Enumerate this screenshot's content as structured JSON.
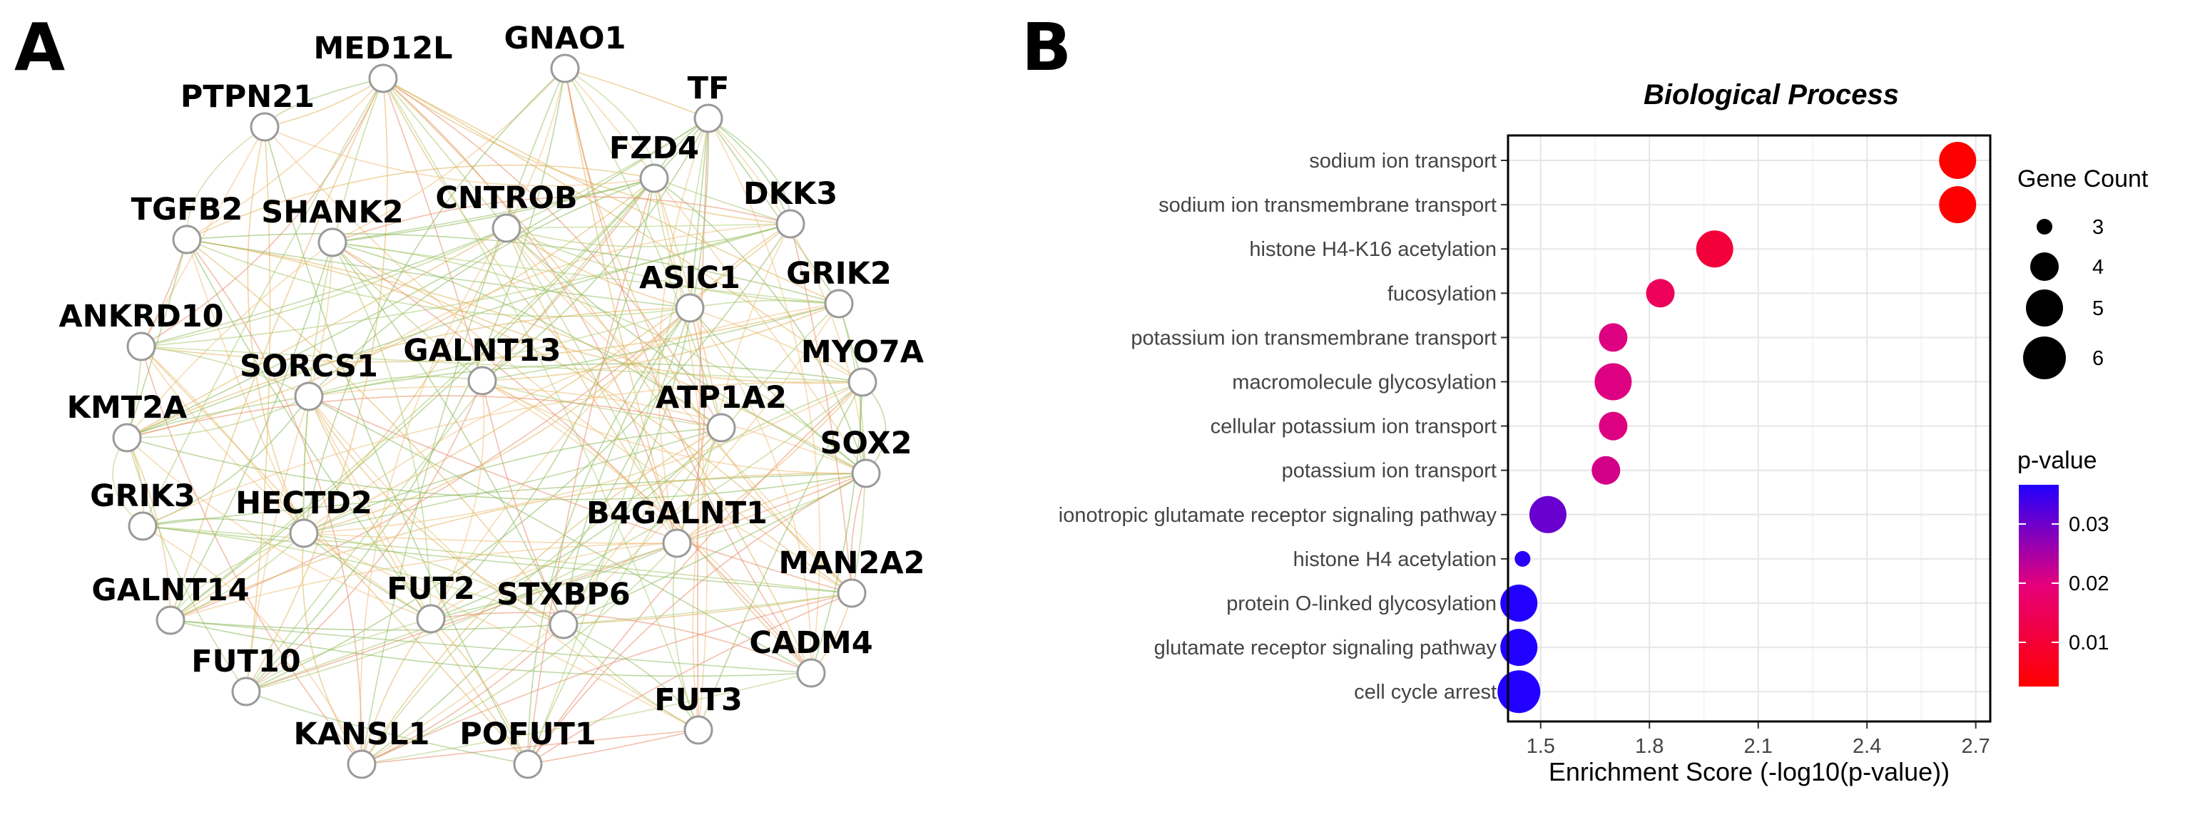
{
  "panels": {
    "a": "A",
    "b": "B"
  },
  "network": {
    "edge_colors": [
      "#8ab85a",
      "#a8c96a",
      "#e0b25a",
      "#eec07a",
      "#e88a6a"
    ],
    "genes": [
      "MED12L",
      "GNAO1",
      "TF",
      "PTPN21",
      "FZD4",
      "DKK3",
      "TGFB2",
      "SHANK2",
      "CNTROB",
      "ASIC1",
      "GRIK2",
      "ANKRD10",
      "SORCS1",
      "GALNT13",
      "MYO7A",
      "KMT2A",
      "ATP1A2",
      "SOX2",
      "GRIK3",
      "HECTD2",
      "B4GALNT1",
      "MAN2A2",
      "GALNT14",
      "FUT2",
      "STXBP6",
      "CADM4",
      "FUT10",
      "FUT3",
      "KANSL1",
      "POFUT1"
    ]
  },
  "chart_data": {
    "type": "scatter",
    "title": "Biological Process",
    "xlabel": "Enrichment Score (-log10(p-value))",
    "ylabel": "",
    "xlim": [
      1.41,
      2.74
    ],
    "xticks": [
      "1.5",
      "1.8",
      "2.1",
      "2.4",
      "2.7"
    ],
    "grid": true,
    "categories": [
      "sodium ion transport",
      "sodium ion transmembrane transport",
      "histone H4-K16 acetylation",
      "fucosylation",
      "potassium ion transmembrane transport",
      "macromolecule glycosylation",
      "cellular potassium ion transport",
      "potassium ion transport",
      "ionotropic glutamate receptor signaling pathway",
      "histone H4 acetylation",
      "protein O-linked glycosylation",
      "glutamate receptor signaling pathway",
      "cell cycle arrest"
    ],
    "enrichment": [
      2.65,
      2.65,
      1.98,
      1.83,
      1.7,
      1.7,
      1.7,
      1.68,
      1.52,
      1.45,
      1.44,
      1.44,
      1.44
    ],
    "gene_count": [
      5,
      5,
      5,
      4,
      4,
      5,
      4,
      4,
      5,
      3,
      5,
      5,
      6
    ],
    "p_value": [
      0.0022,
      0.0022,
      0.0105,
      0.0148,
      0.02,
      0.02,
      0.02,
      0.0209,
      0.0302,
      0.0355,
      0.0363,
      0.0363,
      0.0363
    ],
    "size_legend": {
      "title": "Gene Count",
      "values": [
        "3",
        "4",
        "5",
        "6"
      ]
    },
    "color_legend": {
      "title": "p-value",
      "ticks": [
        "0.03",
        "0.02",
        "0.01"
      ],
      "low_color": "#ff0000",
      "mid_color": "#e6007a",
      "high_color": "#2200ff"
    },
    "legend_position": "right"
  }
}
